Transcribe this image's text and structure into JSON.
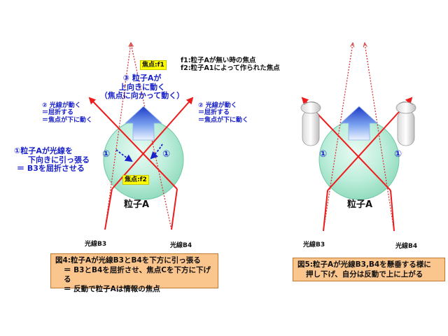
{
  "left": {
    "focal_label_top": "焦点:f1",
    "legend_f1": "f1:粒子Aが無い時の焦点",
    "legend_f2": "f2:粒子A1によって作られた焦点",
    "note3": [
      "③ 粒子Aが",
      "上向きに動く",
      "（焦点に向かって動く）"
    ],
    "note2_left": [
      "② 光線が動く",
      "＝屈折する",
      "＝焦点が下に動く"
    ],
    "note2_right": [
      "② 光線が動く",
      "＝屈折する",
      "＝焦点が下に動く"
    ],
    "note1": [
      "①粒子Aが光線を",
      "下向きに引っ張る",
      "＝ B3を屈折させる"
    ],
    "circle_mark_left": "①",
    "circle_mark_right": "①",
    "focal_label_bottom": "焦点:f2",
    "particle_label": "粒子A",
    "ray_b3": "光線B3",
    "ray_b4": "光線B4",
    "caption": [
      "図4:粒子Aが光線B3とB4を下方に引っ張る",
      "＝ B3とB4を屈折させ、焦点Cを下方に下げる",
      "＝ 反動で粒子Aは情報の焦点"
    ]
  },
  "right": {
    "circle_mark_left": "①",
    "circle_mark_right": "①",
    "particle_label": "粒子A",
    "ray_b3": "光線B3",
    "ray_b4": "光線B4",
    "caption": [
      "図5:粒子Aが光線B3,B4を懸垂する様に",
      "押し下げ、自分は反動で上に上がる"
    ]
  },
  "colors": {
    "ray": "#ee1c1c",
    "ray_dotted": "#d43a3a",
    "annotation_text": "#1a22c8",
    "particle_fill": "#b9ecd7",
    "caption_fill": "#fbc58e",
    "focal_label_fill": "#ffff00"
  }
}
